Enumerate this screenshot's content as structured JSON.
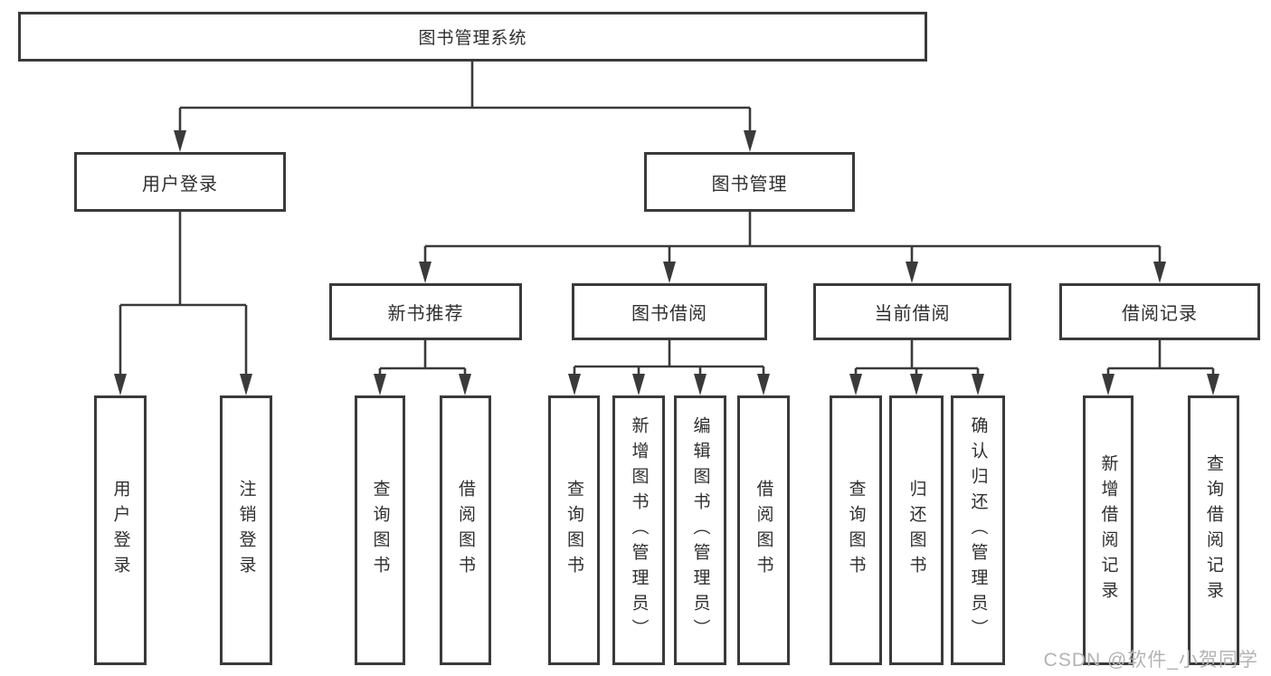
{
  "diagram": {
    "root": {
      "label": "图书管理系统"
    },
    "level2": [
      {
        "id": "user-login",
        "label": "用户登录"
      },
      {
        "id": "book-management",
        "label": "图书管理"
      }
    ],
    "level3": [
      {
        "id": "new-book-recommend",
        "label": "新书推荐"
      },
      {
        "id": "book-borrowing",
        "label": "图书借阅"
      },
      {
        "id": "current-borrowing",
        "label": "当前借阅"
      },
      {
        "id": "borrowing-records",
        "label": "借阅记录"
      }
    ],
    "leaves": [
      {
        "parent": "用户登录",
        "label": "用户登录"
      },
      {
        "parent": "用户登录",
        "label": "注销登录"
      },
      {
        "parent": "新书推荐",
        "label": "查询图书"
      },
      {
        "parent": "新书推荐",
        "label": "借阅图书"
      },
      {
        "parent": "图书借阅",
        "label": "查询图书"
      },
      {
        "parent": "图书借阅",
        "label": "新增图书（管理员）"
      },
      {
        "parent": "图书借阅",
        "label": "编辑图书（管理员）"
      },
      {
        "parent": "图书借阅",
        "label": "借阅图书"
      },
      {
        "parent": "当前借阅",
        "label": "查询图书"
      },
      {
        "parent": "当前借阅",
        "label": "归还图书"
      },
      {
        "parent": "当前借阅",
        "label": "确认归还（管理员）"
      },
      {
        "parent": "借阅记录",
        "label": "新增借阅记录"
      },
      {
        "parent": "借阅记录",
        "label": "查询借阅记录"
      }
    ]
  },
  "watermark": {
    "text": "CSDN @软件_小贺同学",
    "color": "#b3b3b3"
  },
  "colors": {
    "line": "#3a3a3a",
    "text": "#2f2f2f",
    "background": "#ffffff"
  }
}
